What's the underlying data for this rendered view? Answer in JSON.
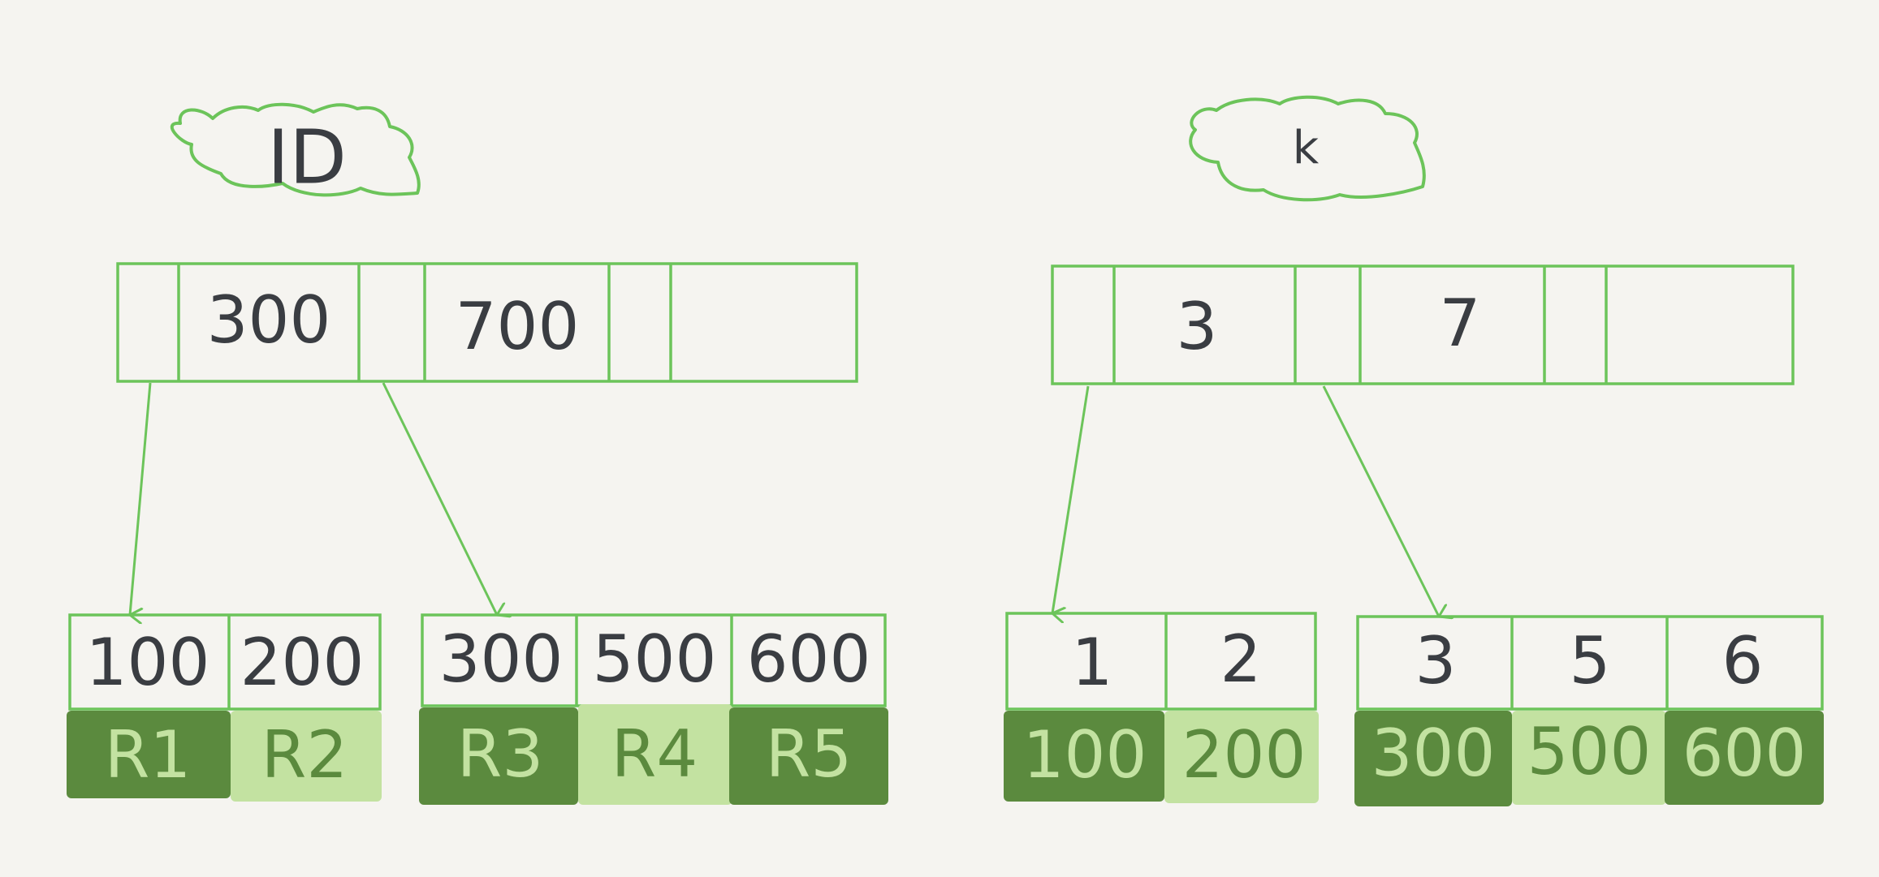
{
  "colors": {
    "background": "#f5f4f0",
    "line": "#6cc45a",
    "text": "#3a3d42",
    "dark_fill": "#5b8a3e",
    "light_fill": "#c3e2a1",
    "dark_fill_text": "#c3e2a1",
    "light_fill_text": "#5b8a3e"
  },
  "trees": [
    {
      "label": "ID",
      "root_keys": [
        "300",
        "700"
      ],
      "leaves": [
        {
          "keys": [
            "100",
            "200"
          ],
          "values": [
            {
              "text": "R1",
              "tone": "dark"
            },
            {
              "text": "R2",
              "tone": "light"
            }
          ]
        },
        {
          "keys": [
            "300",
            "500",
            "600"
          ],
          "values": [
            {
              "text": "R3",
              "tone": "dark"
            },
            {
              "text": "R4",
              "tone": "light"
            },
            {
              "text": "R5",
              "tone": "dark"
            }
          ]
        }
      ]
    },
    {
      "label": "k",
      "root_keys": [
        "3",
        "7"
      ],
      "leaves": [
        {
          "keys": [
            "1",
            "2"
          ],
          "values": [
            {
              "text": "100",
              "tone": "dark"
            },
            {
              "text": "200",
              "tone": "light"
            }
          ]
        },
        {
          "keys": [
            "3",
            "5",
            "6"
          ],
          "values": [
            {
              "text": "300",
              "tone": "dark"
            },
            {
              "text": "500",
              "tone": "light"
            },
            {
              "text": "600",
              "tone": "dark"
            }
          ]
        }
      ]
    }
  ]
}
